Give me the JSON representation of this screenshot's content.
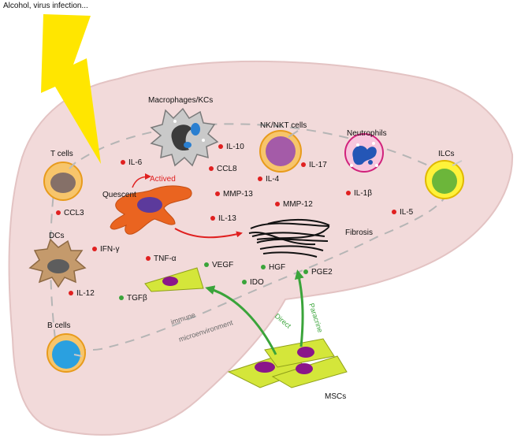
{
  "header": {
    "caption": "Alcohol, virus infection..."
  },
  "cells": {
    "macrophages": "Macrophages/KCs",
    "nknkt": "NK/NKT cells",
    "neutrophils": "Neutrophils",
    "ilcs": "ILCs",
    "tcells": "T cells",
    "dcs": "DCs",
    "bcells": "B cells",
    "quescent": "Quescent",
    "actived": "Actived",
    "fibrosis": "Fibrosis",
    "mscs": "MSCs"
  },
  "red_factors": [
    "IL-6",
    "IL-10",
    "CCL8",
    "IL-4",
    "IL-17",
    "MMP-13",
    "MMP-12",
    "IL-13",
    "IL-1β",
    "IL-5",
    "CCL3",
    "IFN-γ",
    "TNF-α",
    "IL-12"
  ],
  "green_factors": [
    "VEGF",
    "HGF",
    "PGE2",
    "IDO",
    "TGFβ"
  ],
  "pathways": {
    "direct": "Direct",
    "paracrine": "Paracrine"
  },
  "region": {
    "line1": "immune",
    "line2": "microenvironment"
  },
  "colors": {
    "liver": "#f2dada",
    "liver_edge": "#e3c3c3",
    "lightning": "#ffe600",
    "red_dot": "#e02020",
    "green_dot": "#3aa43a",
    "stellate": "#ea6420",
    "msc": "#d4e63a",
    "nucleus": "#8a168a"
  }
}
